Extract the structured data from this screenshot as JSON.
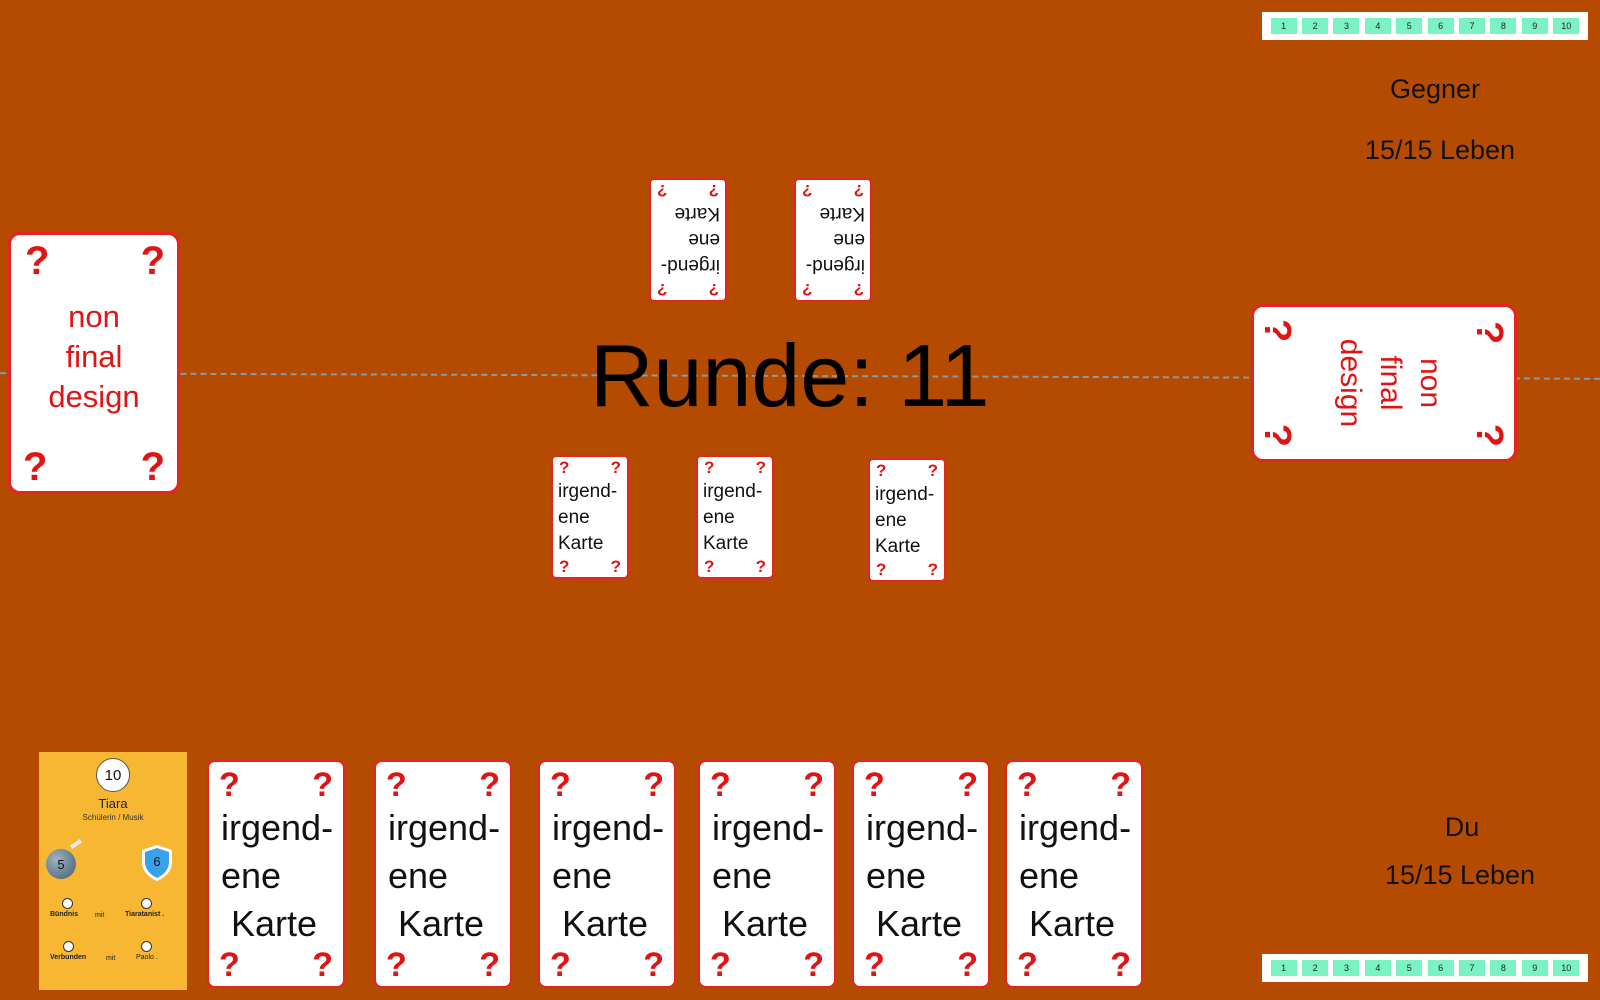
{
  "round": {
    "label": "Runde: 11"
  },
  "opponent": {
    "name": "Gegner",
    "life": "15/15 Leben"
  },
  "player": {
    "name": "Du",
    "life": "15/15 Leben"
  },
  "energy_bar": [
    "1",
    "2",
    "3",
    "4",
    "5",
    "6",
    "7",
    "8",
    "9",
    "10"
  ],
  "card": {
    "q": "?",
    "line1": "irgend-",
    "line2": "ene",
    "line3": "Karte"
  },
  "deck_card": {
    "line1": "non",
    "line2": "final",
    "line3": "design"
  },
  "leader": {
    "cost": "10",
    "name": "Tiara",
    "role": "Schülerin / Musik",
    "attack": "5",
    "defense": "6",
    "ability1_a": "Bündnis",
    "ability1_mid": "mit",
    "ability1_b": "Tiaratanist .",
    "ability2_a": "Verbunden",
    "ability2_mid": "mit",
    "ability2_b": "Paolo ."
  },
  "colors": {
    "table": "#b44b00",
    "card_border": "#e82323",
    "question": "#e01414",
    "pip": "#7af2c4",
    "leader_bg": "#f7b733"
  }
}
